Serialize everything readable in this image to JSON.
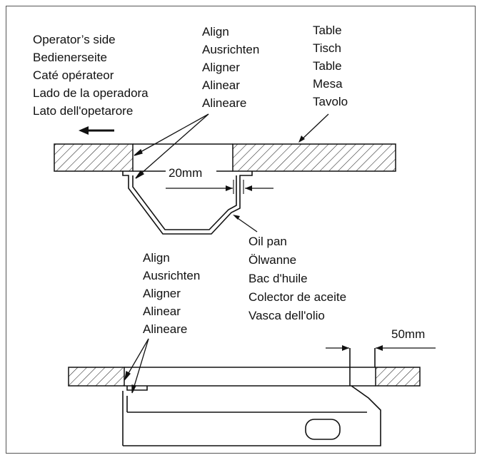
{
  "operator_side": [
    "Operator’s side",
    "Bedienerseite",
    "Caté opérateor",
    "Lado de la operadora",
    "Lato dell'opetarore"
  ],
  "align_top": [
    "Align",
    "Ausrichten",
    "Aligner",
    "Alinear",
    "Alineare"
  ],
  "table": [
    "Table",
    "Tisch",
    "Table",
    "Mesa",
    "Tavolo"
  ],
  "dimension_top": "20mm",
  "oil_pan": [
    "Oil pan",
    "Ölwanne",
    "Bac d'huile",
    "Colector de aceite",
    "Vasca dell'olio"
  ],
  "align_bottom": [
    "Align",
    "Ausrichten",
    "Aligner",
    "Alinear",
    "Alineare"
  ],
  "dimension_bottom": "50mm"
}
